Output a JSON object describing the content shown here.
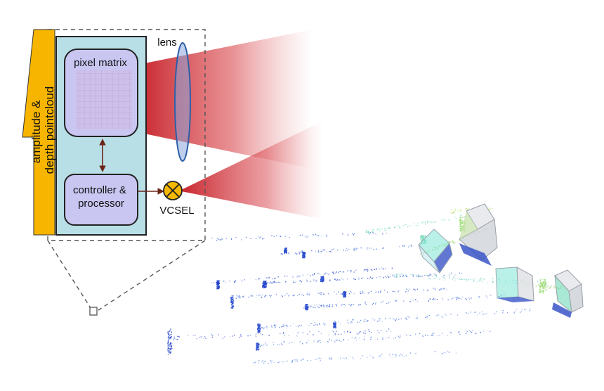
{
  "labels": {
    "output_arrow": [
      "amplitude &",
      "depth pointcloud"
    ],
    "pixel_matrix": "pixel matrix",
    "controller": [
      "controller &",
      "processor"
    ],
    "lens": "lens",
    "vcsel": "VCSEL"
  },
  "colors": {
    "background": "#ffffff",
    "arrow_fill": "#f7b500",
    "camera_box": "#b9dfe6",
    "module_fill": "#c9c6f2",
    "pixel_grid": "#c5b8e8",
    "lens_fill": "#8aa6dc",
    "beam": "#cc1f27",
    "vcsel_fill": "#f5b800",
    "connector": "#6b2418",
    "dashed": "#555555"
  },
  "icons": {
    "vcsel": "vcsel-emitter-icon",
    "lens": "lens-icon",
    "output": "output-arrow-icon"
  }
}
